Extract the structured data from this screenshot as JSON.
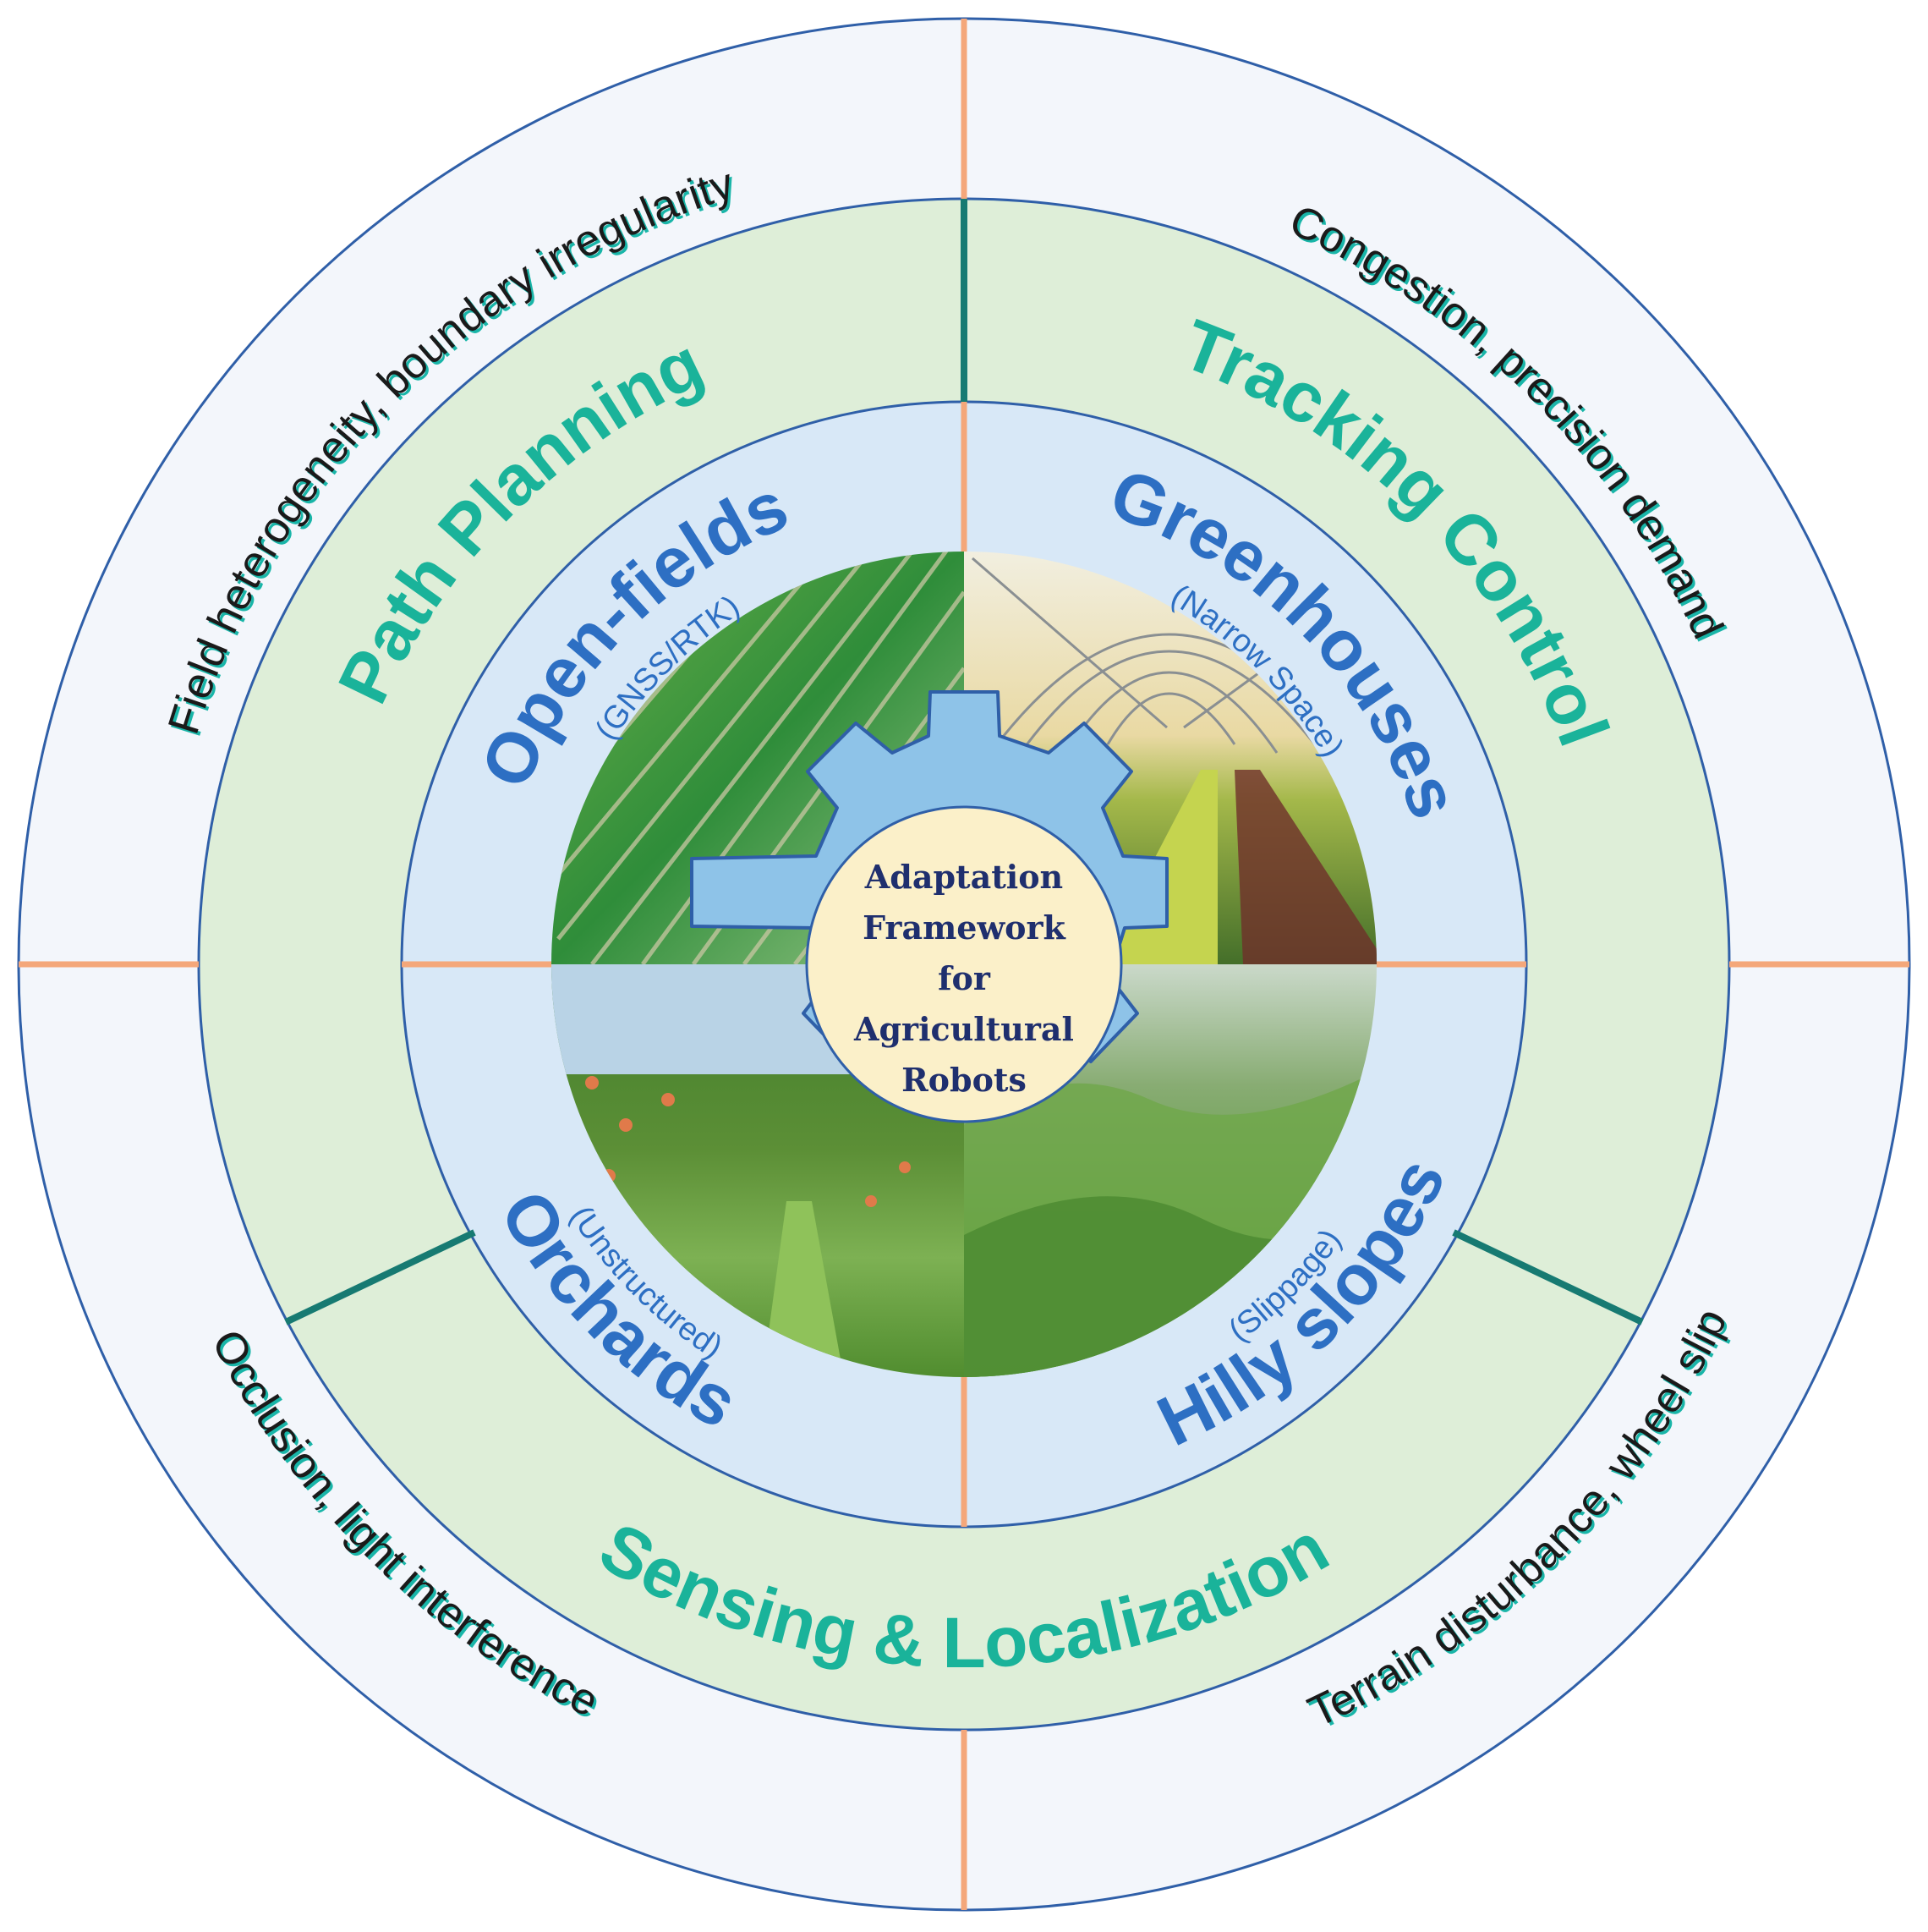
{
  "colors": {
    "outer_ring": "#f3f6fb",
    "middle_ring": "#deeed8",
    "inner_ring": "#d8e8f7",
    "ring_stroke": "#2f5fa8",
    "divider_orange": "#f4a77a",
    "divider_teal": "#177a72",
    "method_text": "#1ab39a",
    "env_text": "#2d6fc3",
    "gear_fill": "#8ec3e8",
    "gear_stroke": "#2f5fa8",
    "core_fill": "#fbf0c9",
    "core_text": "#1f2f6e"
  },
  "challenges": {
    "top_left": "Field heterogeneity, boundary irregularity",
    "top_right": "Congestion, precision demand",
    "bottom_right": "Terrain disturbance, wheel slip",
    "bottom_left": "Occlusion, light interference"
  },
  "methods": {
    "path_planning": "Path Planning",
    "tracking_control": "Tracking Control",
    "sensing_localization": "Sensing & Localization"
  },
  "environments": {
    "open_fields": {
      "title": "Open-fields",
      "subtitle": "(GNSS/RTK)"
    },
    "greenhouses": {
      "title": "Greenhouses",
      "subtitle": "(Narrow Space)"
    },
    "orchards": {
      "title": "Orchards",
      "subtitle": "(Unstructured)"
    },
    "hilly_slopes": {
      "title": "Hilly slopes",
      "subtitle": "(Slippage)"
    }
  },
  "core": {
    "line1": "Adaptation",
    "line2": "Framework",
    "line3": "for",
    "line4": "Agricultural",
    "line5": "Robots"
  },
  "icons": {
    "gear": "gear-icon",
    "open_fields_image": "crop-rows-photo",
    "greenhouse_image": "greenhouse-tunnel-photo",
    "orchard_image": "orchard-trees-photo",
    "hills_image": "green-hills-photo"
  }
}
